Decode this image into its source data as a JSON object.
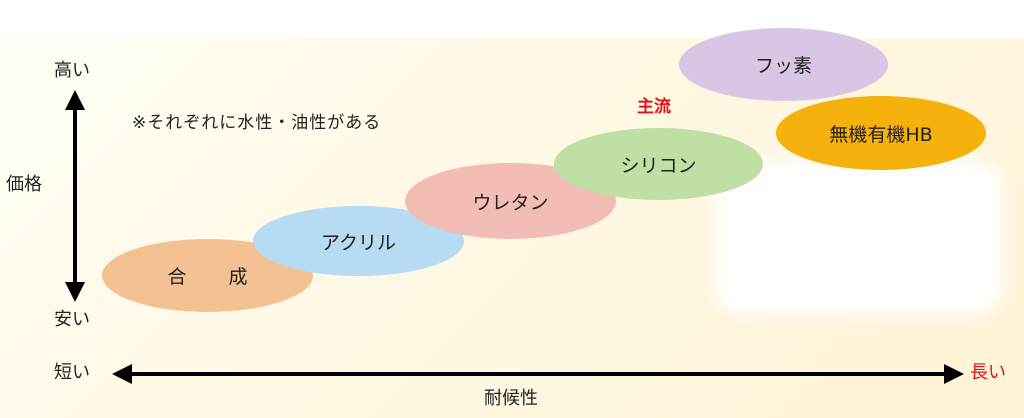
{
  "axis": {
    "y_title": "価格",
    "y_high": "高い",
    "y_low": "安い",
    "x_title": "耐候性",
    "x_short": "短い",
    "x_long": "長い"
  },
  "note": "※それぞれに水性・油性がある",
  "mainstream_label": "主流",
  "paints": [
    {
      "label": "合 成"
    },
    {
      "label": "アクリル"
    },
    {
      "label": "ウレタン"
    },
    {
      "label": "シリコン"
    },
    {
      "label": "フッ素"
    },
    {
      "label": "無機有機HB"
    }
  ],
  "colors": {
    "gosei": "#f4c193",
    "acrylic": "#b7dbf2",
    "urethane": "#f2bdb5",
    "silicon": "#bfdfa4",
    "fusso": "#d9c6e4",
    "mukiki": "#f5b10c",
    "accent_red": "#e0151b"
  }
}
